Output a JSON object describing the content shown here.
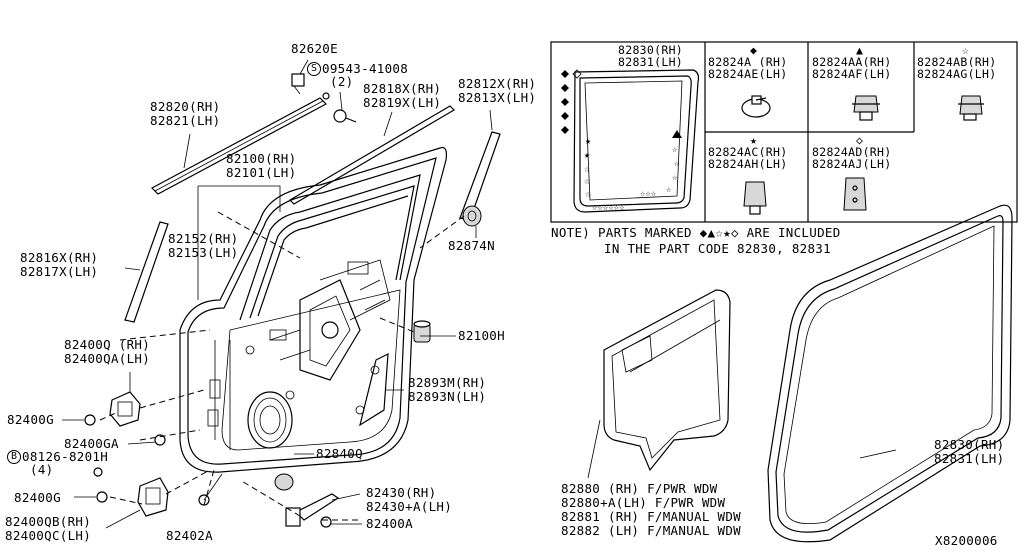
{
  "parts": {
    "p82620e": "82620E",
    "p09543_1": "09543-41008",
    "p09543_2": "(2)",
    "p82820": "82820(RH)",
    "p82821": "82821(LH)",
    "p82818x": "82818X(RH)",
    "p82819x": "82819X(LH)",
    "p82812x": "82812X(RH)",
    "p82813x": "82813X(LH)",
    "p82100": "82100(RH)",
    "p82101": "82101(LH)",
    "p82152": "82152(RH)",
    "p82153": "82153(LH)",
    "p82874n": "82874N",
    "p82816x": "82816X(RH)",
    "p82817x": "82817X(LH)",
    "p82100h": "82100H",
    "p82400q": "82400Q (RH)",
    "p82400qa": "82400QA(LH)",
    "p82893m": "82893M(RH)",
    "p82893n": "82893N(LH)",
    "p82400g_1": "82400G",
    "p82400ga": "82400GA",
    "p08126_1": "08126-8201H",
    "p08126_2": "(4)",
    "p82840q": "82840Q",
    "p82430": "82430(RH)",
    "p82430a": "82430+A(LH)",
    "p82400g_2": "82400G",
    "p82400a": "82400A",
    "p82400qb": "82400QB(RH)",
    "p82400qc": "82400QC(LH)",
    "p82402a": "82402A"
  },
  "inset": {
    "main_1": "82830(RH)",
    "main_2": "82831(LH)",
    "c1_sym": "◆",
    "c1_1": "82824A (RH)",
    "c1_2": "82824AE(LH)",
    "c2_sym": "▲",
    "c2_1": "82824AA(RH)",
    "c2_2": "82824AF(LH)",
    "c3_sym": "☆",
    "c3_1": "82824AB(RH)",
    "c3_2": "82824AG(LH)",
    "c4_sym": "★",
    "c4_1": "82824AC(RH)",
    "c4_2": "82824AH(LH)",
    "c5_sym": "◇",
    "c5_1": "82824AD(RH)",
    "c5_2": "82824AJ(LH)"
  },
  "note": {
    "line1": "NOTE) PARTS MARKED ◆▲☆★◇ ARE INCLUDED",
    "line2": "IN THE PART CODE 82830, 82831"
  },
  "trim": {
    "l1": "82880 (RH) F/PWR WDW",
    "l2": "82880+A(LH) F/PWR WDW",
    "l3": "82881 (RH) F/MANUAL WDW",
    "l4": "82882 (LH) F/MANUAL WDW"
  },
  "seal": {
    "l1": "82830(RH)",
    "l2": "82831(LH)"
  },
  "diagram_code": "X8200006",
  "symbol_b": "B",
  "symbol_s": "S"
}
